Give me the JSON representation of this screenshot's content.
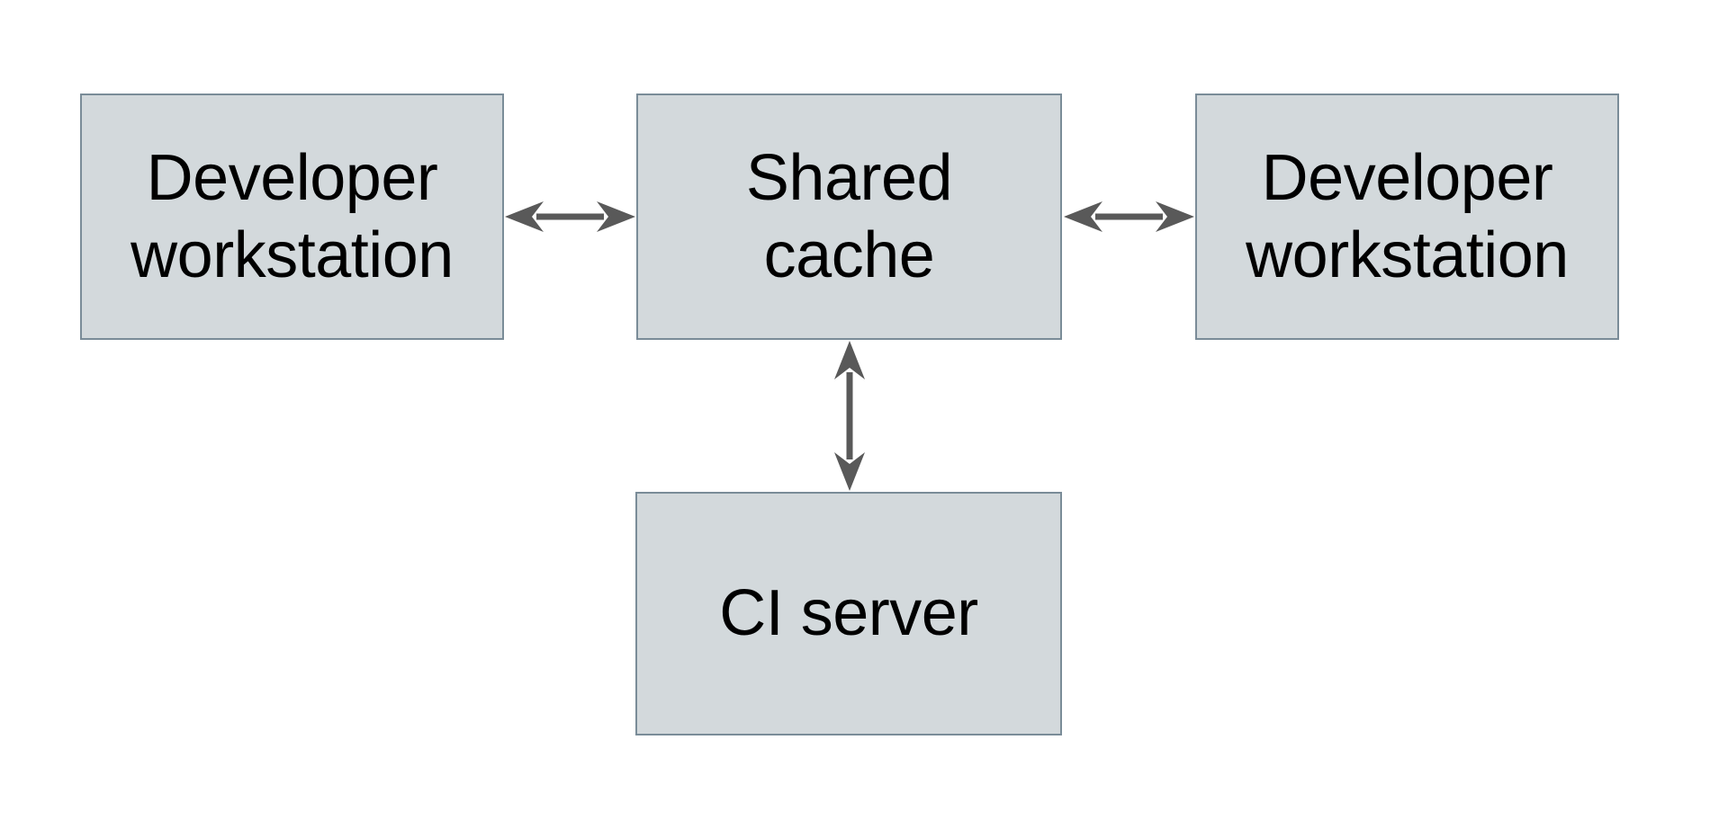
{
  "diagram": {
    "colors": {
      "background": "#ffffff",
      "box_fill": "#d3d9dc",
      "box_border": "#7a8c98",
      "arrow": "#595959",
      "text": "#000000"
    },
    "nodes": [
      {
        "id": "developer-workstation-left",
        "label": "Developer\nworkstation"
      },
      {
        "id": "shared-cache",
        "label": "Shared\ncache"
      },
      {
        "id": "developer-workstation-right",
        "label": "Developer\nworkstation"
      },
      {
        "id": "ci-server",
        "label": "CI server"
      }
    ],
    "edges": [
      {
        "from": "developer-workstation-left",
        "to": "shared-cache",
        "direction": "bidirectional"
      },
      {
        "from": "shared-cache",
        "to": "developer-workstation-right",
        "direction": "bidirectional"
      },
      {
        "from": "shared-cache",
        "to": "ci-server",
        "direction": "bidirectional"
      }
    ]
  }
}
